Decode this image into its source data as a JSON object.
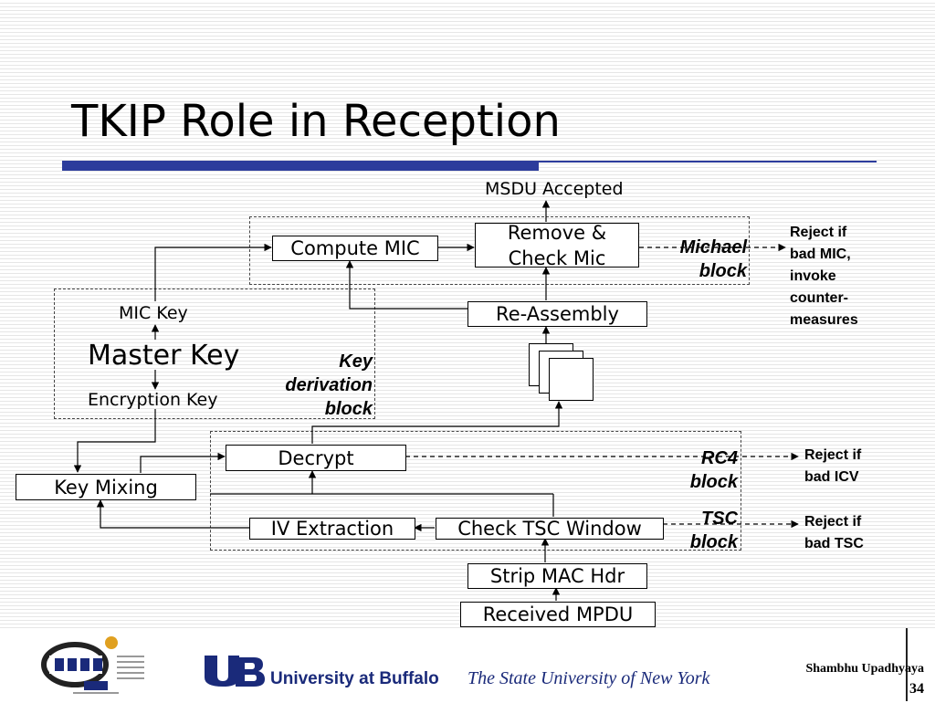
{
  "slide": {
    "title": "TKIP Role in Reception",
    "author": "Shambhu Upadhyaya",
    "page_number": "34"
  },
  "diagram": {
    "top_label": "MSDU Accepted",
    "key_block": {
      "mic_key": "MIC Key",
      "master_key": "Master Key",
      "encryption_key": "Encryption Key",
      "block_label": "Key\nderivation\nblock"
    },
    "boxes": {
      "compute_mic": "Compute MIC",
      "remove_check_mic": "Remove &\nCheck Mic",
      "re_assembly": "Re-Assembly",
      "decrypt": "Decrypt",
      "key_mixing": "Key Mixing",
      "iv_extraction": "IV Extraction",
      "check_tsc_window": "Check TSC Window",
      "strip_mac_hdr": "Strip MAC Hdr",
      "received_mpdu": "Received MPDU"
    },
    "block_labels": {
      "michael": "Michael\nblock",
      "rc4": "RC4\nblock",
      "tsc": "TSC\nblock"
    },
    "rejections": {
      "mic": "Reject if\nbad MIC,\ninvoke\ncounter-\nmeasures",
      "icv": "Reject if\nbad ICV",
      "tsc": "Reject if\nbad TSC"
    }
  },
  "footer": {
    "university": "University at Buffalo",
    "suny": "The State University of New York"
  },
  "colors": {
    "accent_rule": "#2c3c9c",
    "ub_blue": "#1a2a7a"
  }
}
